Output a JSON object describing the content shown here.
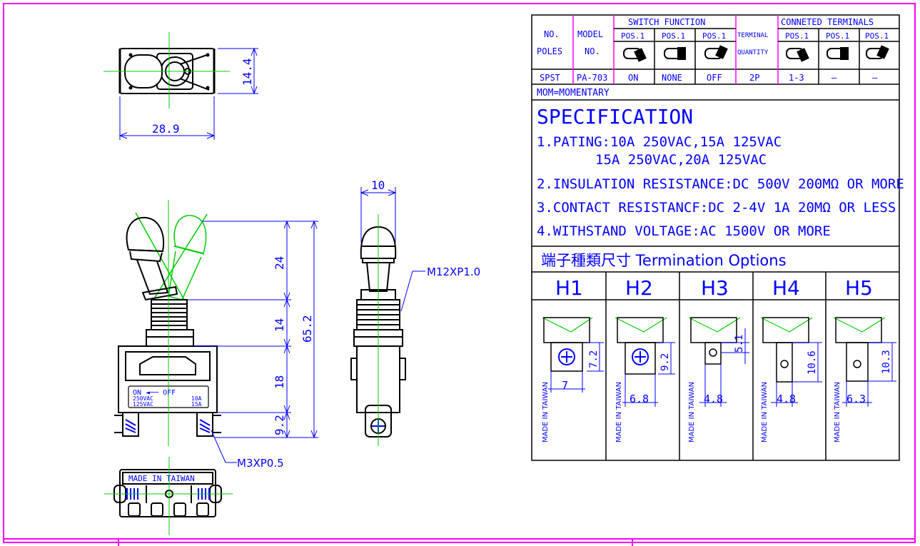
{
  "dimensions": {
    "top_width": "28.9",
    "top_height": "14.4",
    "side_width": "10",
    "h_24": "24",
    "h_14": "14",
    "h_18": "18",
    "h_9_2": "9.2",
    "h_total": "65.2"
  },
  "callouts": {
    "thread": "M12XP1.0",
    "screw": "M3XP0.5"
  },
  "body_label": {
    "on_off": "ON ◄── OFF",
    "rating_left_1": "250VAC",
    "rating_left_2": "125VAC",
    "rating_right_1": "10A",
    "rating_right_2": "15A",
    "made_in": "MADE IN TAIWAN"
  },
  "table": {
    "h_no_poles_1": "NO.",
    "h_no_poles_2": "POLES",
    "h_model_1": "MODEL",
    "h_model_2": "NO.",
    "h_switch_function": "SWITCH FUNCTION",
    "h_terminal_1": "TERMINAL",
    "h_terminal_2": "QUANTITY",
    "h_connected": "CONNETED TERMINALS",
    "pos_labels": [
      "POS.1",
      "POS.1",
      "POS.1",
      "POS.1",
      "POS.1",
      "POS.1"
    ],
    "row": {
      "poles": "SPST",
      "model": "PA-703",
      "fn1": "ON",
      "fn2": "NONE",
      "fn3": "OFF",
      "qty": "2P",
      "ct1": "1-3",
      "ct2": "—",
      "ct3": "—"
    },
    "momentary": "MOM=MOMENTARY"
  },
  "specification": {
    "title": "SPECIFICATION",
    "lines": [
      "1.PATING:10A  250VAC,15A  125VAC",
      "15A  250VAC,20A  125VAC",
      "2.INSULATION RESISTANCE:DC  500V  200MΩ OR MORE",
      "3.CONTACT RESISTANCF:DC  2-4V  1A  20MΩ OR LESS",
      "4.WITHSTAND VOLTAGE:AC  1500V  OR MORE"
    ]
  },
  "termination": {
    "title": "端子種類尺寸  Termination Options",
    "options": [
      {
        "label": "H1",
        "dim_w": "7",
        "dim_h": "7.2"
      },
      {
        "label": "H2",
        "dim_w": "6.8",
        "dim_h": "9.2"
      },
      {
        "label": "H3",
        "dim_w": "4.8",
        "dim_h": "5.1"
      },
      {
        "label": "H4",
        "dim_w": "4.8",
        "dim_h": "10.6"
      },
      {
        "label": "H5",
        "dim_w": "6.3",
        "dim_h": "10.3"
      }
    ],
    "made_in": "MADE IN TAIWAN"
  },
  "colors": {
    "border": "#ff00ff",
    "line": "#0000ff",
    "green": "#00cc00",
    "black": "#000000"
  }
}
